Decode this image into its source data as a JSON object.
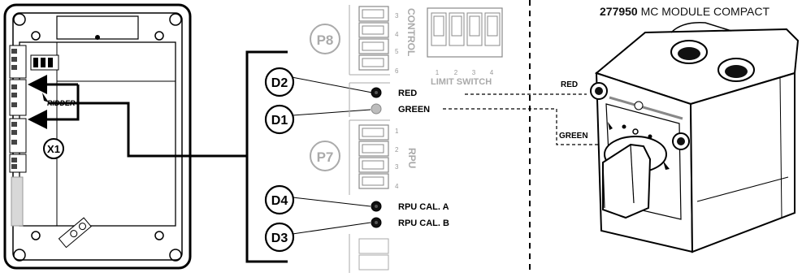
{
  "title": {
    "code": "277950",
    "name": "MC MODULE COMPACT"
  },
  "controller": {
    "logo_text": "RIDDER",
    "callout": "X1"
  },
  "callouts": [
    "D2",
    "D1",
    "D4",
    "D3"
  ],
  "connectors": {
    "p8": {
      "label": "P8",
      "group": "CONTROL",
      "pins": [
        "3",
        "4",
        "5",
        "6"
      ]
    },
    "p7": {
      "label": "P7",
      "group": "RPU",
      "pins": [
        "1",
        "2",
        "3",
        "4"
      ]
    }
  },
  "limit_switch": {
    "label": "LIMIT SWITCH",
    "numbers": [
      "1",
      "2",
      "3",
      "4"
    ]
  },
  "leds": [
    {
      "id": "D2",
      "label": "RED",
      "color": "#111111"
    },
    {
      "id": "D1",
      "label": "GREEN",
      "color": "#bdbdbd"
    },
    {
      "id": "D4",
      "label": "RPU CAL. A",
      "color": "#111111"
    },
    {
      "id": "D3",
      "label": "RPU CAL. B",
      "color": "#111111"
    }
  ],
  "module": {
    "red_label": "RED",
    "green_label": "GREEN"
  },
  "colors": {
    "line": "#000000",
    "gray": "#9a9a9a",
    "light_gray": "#c8c8c8"
  }
}
